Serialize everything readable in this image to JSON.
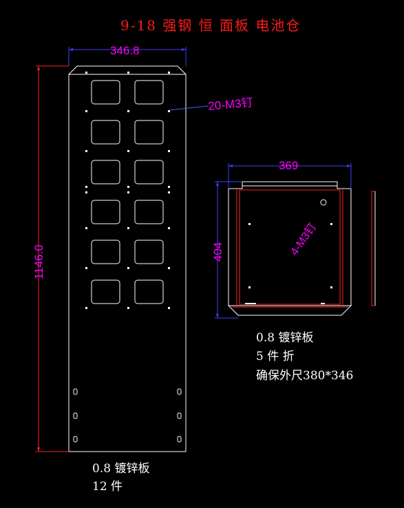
{
  "title": "9-18 强钢 恒 面板 电池仓",
  "colors": {
    "background": "#000000",
    "outline": "#ffffff",
    "dimension": "#ff00ff",
    "dimension_line": "#4040ff",
    "leader": "#3a6bff",
    "red_line": "#ff2020",
    "title_text": "#ff1a1a",
    "note_text": "#ffffff"
  },
  "panel_left": {
    "width_dim": "346.8",
    "height_dim": "1146.0",
    "screw_callout": "20-M3钉",
    "note_lines": [
      "0.8 镀锌板",
      "12 件"
    ]
  },
  "panel_right": {
    "width_dim": "369",
    "height_dim": "404",
    "screw_callout": "4-M3钉",
    "note_lines": [
      "0.8 镀锌板",
      "5 件 折",
      "确保外尺380*346"
    ]
  }
}
